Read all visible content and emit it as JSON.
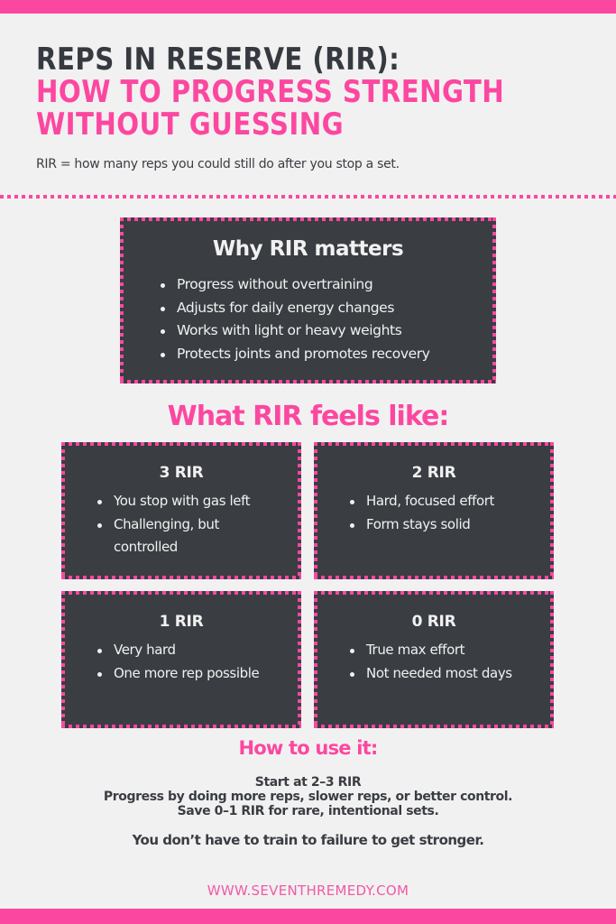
{
  "colors": {
    "accent_pink": "#fc47a0",
    "dark_box": "#3a3d42",
    "background": "#f1f1f1",
    "text_dark": "#363a40"
  },
  "header": {
    "title_line1": "REPS IN RESERVE (RIR):",
    "title_line2": "HOW TO PROGRESS STRENGTH",
    "title_line3": "WITHOUT GUESSING",
    "subtitle": "RIR = how many reps you could still do after you stop a set."
  },
  "why": {
    "title": "Why RIR matters",
    "items": [
      "Progress without overtraining",
      "Adjusts for daily energy changes",
      "Works with light or heavy weights",
      "Protects joints and promotes recovery"
    ]
  },
  "feels": {
    "heading": "What RIR feels like:",
    "cards": [
      {
        "title": "3 RIR",
        "items": [
          "You stop with gas left",
          "Challenging, but controlled"
        ]
      },
      {
        "title": "2 RIR",
        "items": [
          "Hard, focused effort",
          "Form stays solid"
        ]
      },
      {
        "title": "1 RIR",
        "items": [
          "Very hard",
          "One more rep possible"
        ]
      },
      {
        "title": "0 RIR",
        "items": [
          "True max effort",
          "Not needed most days"
        ]
      }
    ]
  },
  "howto": {
    "heading": "How to use it:",
    "lines": [
      "Start at 2–3 RIR",
      "Progress by doing more reps, slower reps, or better control.",
      "Save 0–1 RIR for rare, intentional sets."
    ],
    "closing": "You don’t have to train to failure to get stronger."
  },
  "footer": {
    "website": "WWW.SEVENTHREMEDY.COM"
  }
}
